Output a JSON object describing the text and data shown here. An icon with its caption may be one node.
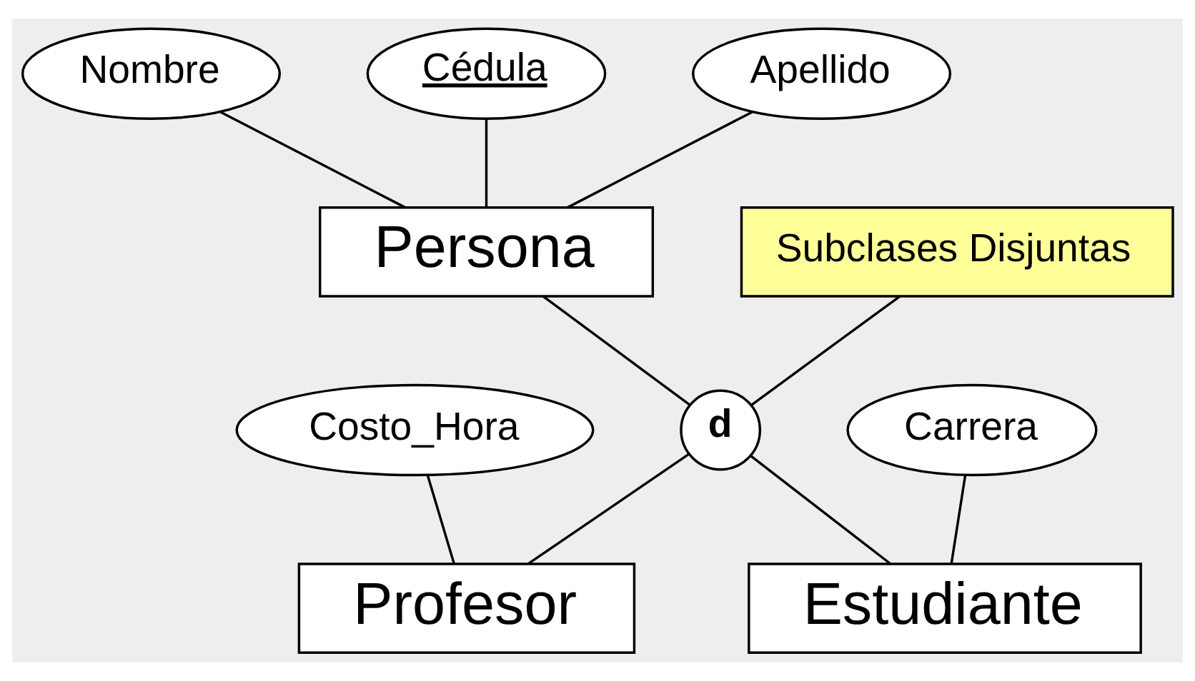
{
  "diagram": {
    "nodes": [
      {
        "text": [
          "Nombre"
        ]
      },
      {
        "text": [
          "Cédula"
        ]
      },
      {
        "text": [
          "Apellido"
        ]
      },
      {
        "text": [
          "Persona"
        ]
      },
      {
        "text": [
          "d"
        ]
      },
      {
        "text": [
          "Subclases Disjuntas"
        ]
      },
      {
        "text": [
          "Costo_Hora"
        ]
      },
      {
        "text": [
          "Carrera"
        ]
      },
      {
        "text": [
          "Profesor"
        ]
      },
      {
        "text": [
          "Estudiante"
        ]
      }
    ],
    "edges": [
      {
        "from": 0,
        "to": 3,
        "arrow": "none"
      },
      {
        "from": 1,
        "to": 3,
        "arrow": "none"
      },
      {
        "from": 2,
        "to": 3,
        "arrow": "none"
      },
      {
        "from": 3,
        "to": 4,
        "arrow": "none"
      },
      {
        "from": 5,
        "to": 4,
        "arrow": "none"
      },
      {
        "from": 4,
        "to": 8,
        "arrow": "none"
      },
      {
        "from": 4,
        "to": 9,
        "arrow": "none"
      },
      {
        "from": 6,
        "to": 8,
        "arrow": "none"
      },
      {
        "from": 7,
        "to": 9,
        "arrow": "none"
      }
    ]
  }
}
